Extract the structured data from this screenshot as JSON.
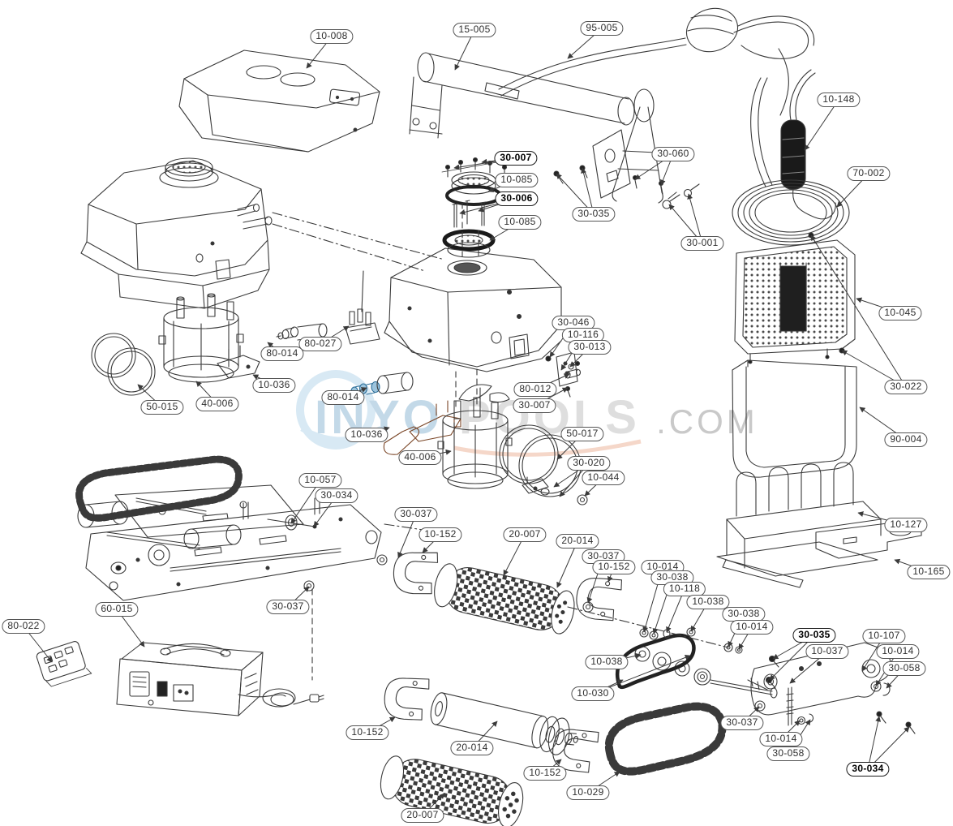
{
  "watermark": {
    "part1": "INYO",
    "part2": "POOLS",
    "part3": ".COM"
  },
  "colors": {
    "line": "#3a3a3a",
    "watermark_blue": "#c3d9e8",
    "watermark_gray": "#dedede",
    "watermark_dotcom": "#c9c9c9",
    "part_orange": "#7a4526",
    "part_blue": "#2e6f99",
    "dark_part": "#1a1a1a"
  },
  "labels": [
    {
      "text": "10-008"
    },
    {
      "text": "15-005"
    },
    {
      "text": "95-005"
    },
    {
      "text": "10-148"
    },
    {
      "text": "70-002"
    },
    {
      "text": "30-007",
      "bold": true
    },
    {
      "text": "10-085"
    },
    {
      "text": "30-006",
      "bold": true
    },
    {
      "text": "10-085"
    },
    {
      "text": "30-035"
    },
    {
      "text": "30-060"
    },
    {
      "text": "30-001"
    },
    {
      "text": "10-045"
    },
    {
      "text": "30-022"
    },
    {
      "text": "90-004"
    },
    {
      "text": "10-127"
    },
    {
      "text": "10-165"
    },
    {
      "text": "80-027"
    },
    {
      "text": "80-014"
    },
    {
      "text": "10-036"
    },
    {
      "text": "40-006"
    },
    {
      "text": "50-015"
    },
    {
      "text": "30-046"
    },
    {
      "text": "10-116"
    },
    {
      "text": "30-013"
    },
    {
      "text": "80-012"
    },
    {
      "text": "30-007"
    },
    {
      "text": "80-014"
    },
    {
      "text": "10-036"
    },
    {
      "text": "40-006"
    },
    {
      "text": "50-017"
    },
    {
      "text": "30-020"
    },
    {
      "text": "10-044"
    },
    {
      "text": "10-057"
    },
    {
      "text": "30-034"
    },
    {
      "text": "30-037"
    },
    {
      "text": "10-152"
    },
    {
      "text": "20-007"
    },
    {
      "text": "20-014"
    },
    {
      "text": "30-037"
    },
    {
      "text": "10-152"
    },
    {
      "text": "10-014"
    },
    {
      "text": "30-038"
    },
    {
      "text": "10-118"
    },
    {
      "text": "10-038"
    },
    {
      "text": "30-038"
    },
    {
      "text": "10-014"
    },
    {
      "text": "30-035",
      "bold": true
    },
    {
      "text": "10-037"
    },
    {
      "text": "10-107"
    },
    {
      "text": "10-014"
    },
    {
      "text": "30-058"
    },
    {
      "text": "10-038"
    },
    {
      "text": "10-030"
    },
    {
      "text": "30-037"
    },
    {
      "text": "30-037"
    },
    {
      "text": "80-022"
    },
    {
      "text": "60-015"
    },
    {
      "text": "10-152"
    },
    {
      "text": "20-014"
    },
    {
      "text": "10-152"
    },
    {
      "text": "10-029"
    },
    {
      "text": "20-007"
    },
    {
      "text": "10-014"
    },
    {
      "text": "30-058"
    },
    {
      "text": "30-034",
      "bold": true
    }
  ]
}
